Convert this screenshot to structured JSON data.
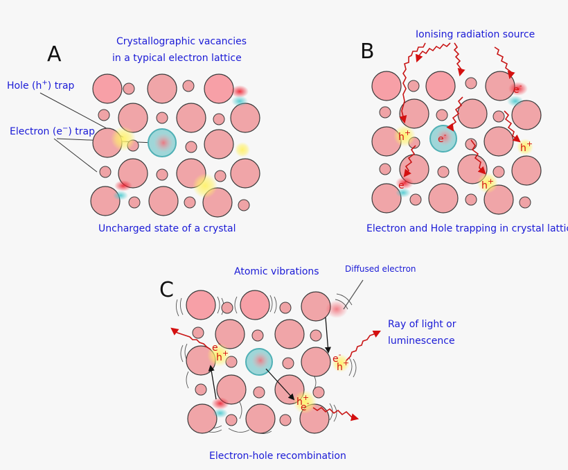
{
  "panels": {
    "a": {
      "letter": "A",
      "title_line1": "Crystallographic vacancies",
      "title_line2": "in a typical electron lattice",
      "hole_trap_pre": "Hole (h",
      "hole_trap_sup": "+",
      "hole_trap_post": ") trap",
      "electron_trap_pre": "Electron (e",
      "electron_trap_sup": "−",
      "electron_trap_post": ") trap",
      "caption": "Uncharged state of a crystal"
    },
    "b": {
      "letter": "B",
      "title": "Ionising radiation source",
      "caption": "Electron and Hole trapping in crystal lattices",
      "charge_labels": [
        "e",
        "h",
        "e",
        "h",
        "e",
        "h"
      ]
    },
    "c": {
      "letter": "C",
      "title": "Atomic vibrations",
      "diffused_label": "Diffused electron",
      "ray_line1": "Ray of light or",
      "ray_line2": "luminescence",
      "caption": "Electron-hole recombination"
    }
  },
  "symbols": {
    "electron": "e",
    "hole": "h",
    "minus": "-",
    "plus": "+"
  },
  "colors": {
    "atom_fill": "#f0a5a8",
    "text_blue": "#1a1ad6",
    "charge_red": "#d41010",
    "hole_glow": "#fff16a",
    "electron_glow": "#4fc9cf"
  }
}
